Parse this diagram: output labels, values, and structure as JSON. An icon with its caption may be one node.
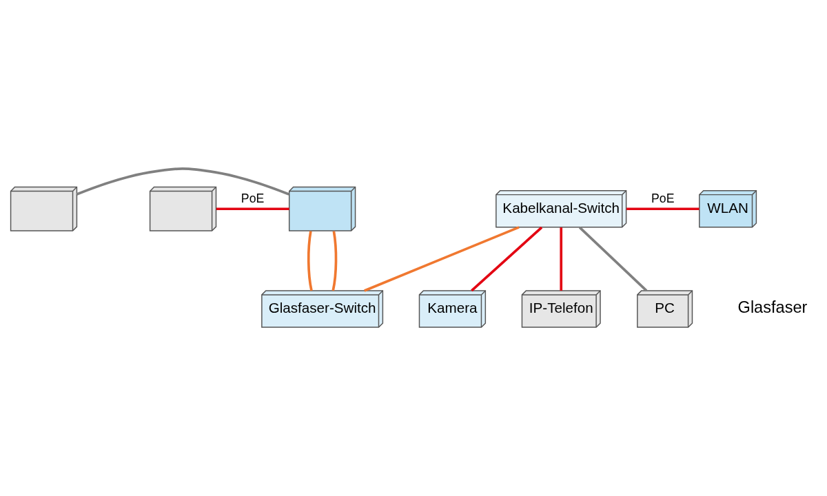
{
  "diagram": {
    "nodes": [
      {
        "text": [],
        "shape": "picture"
      },
      {
        "text": [],
        "shape": "picture"
      },
      {
        "text": [],
        "shape": "picture"
      },
      {
        "text": [
          "WLAN"
        ]
      },
      {
        "text": [
          "Kabelkanal-Switch"
        ]
      },
      {
        "text": [
          "Kamera"
        ]
      },
      {
        "text": [
          "IP-Telefon"
        ]
      },
      {
        "text": [
          "PC"
        ]
      },
      {
        "text": [
          "Glasfaser-Switch"
        ]
      }
    ],
    "edges": [
      {
        "from": 2,
        "to": 0,
        "arrow": "none",
        "color": "#808080"
      },
      {
        "from": 2,
        "to": 1,
        "arrow": "none",
        "label": "PoE",
        "color": "#e30613"
      },
      {
        "from": 4,
        "to": 3,
        "arrow": "none",
        "label": "PoE",
        "color": "#e30613"
      },
      {
        "from": 4,
        "to": 5,
        "arrow": "none",
        "color": "#e30613"
      },
      {
        "from": 4,
        "to": 6,
        "arrow": "none",
        "color": "#e30613"
      },
      {
        "from": 4,
        "to": 7,
        "arrow": "none",
        "color": "#808080"
      },
      {
        "from": 2,
        "to": 8,
        "arrow": "none",
        "color": "#f07830"
      },
      {
        "from": 2,
        "to": 8,
        "arrow": "none",
        "color": "#f07830"
      },
      {
        "from": 4,
        "to": 8,
        "arrow": "none",
        "color": "#f07830"
      }
    ],
    "labels": [
      "Glasfaser"
    ]
  }
}
